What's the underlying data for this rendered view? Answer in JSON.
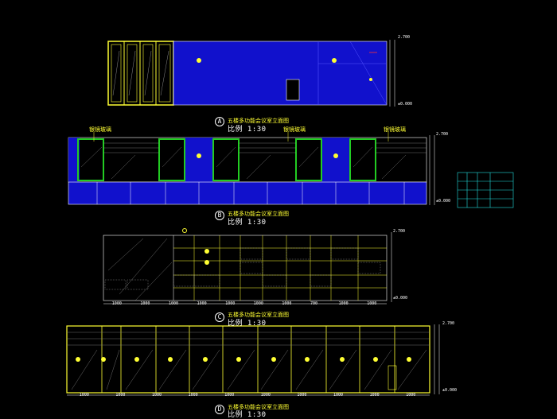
{
  "elevations": [
    {
      "marker": "A",
      "title": "五楼多功能会议室立面图",
      "scale": "比例 1:30"
    },
    {
      "marker": "B",
      "title": "五楼多功能会议室立面图",
      "scale": "比例 1:30"
    },
    {
      "marker": "C",
      "title": "五楼多功能会议室立面图",
      "scale": "比例 1:30"
    },
    {
      "marker": "D",
      "title": "五楼多功能会议室立面图",
      "scale": "比例 1:30"
    }
  ],
  "notes_b": [
    "银镜玻璃",
    "银镜玻璃",
    "银镜玻璃"
  ],
  "level_labels": {
    "top": "2.700",
    "bottom": "±0.000"
  },
  "dims_c": [
    "1000",
    "1000",
    "1000",
    "1000",
    "1000",
    "1000",
    "1000",
    "700",
    "1000",
    "1000"
  ],
  "dims_d": [
    "1000",
    "1000",
    "1000",
    "1000",
    "1000",
    "1000",
    "1000",
    "1000",
    "1000",
    "1000"
  ],
  "colors": {
    "blue": "#1111cc",
    "yellow": "#ffff33",
    "green": "#22cc22",
    "cyan": "#22dddd",
    "white": "#ffffff"
  }
}
